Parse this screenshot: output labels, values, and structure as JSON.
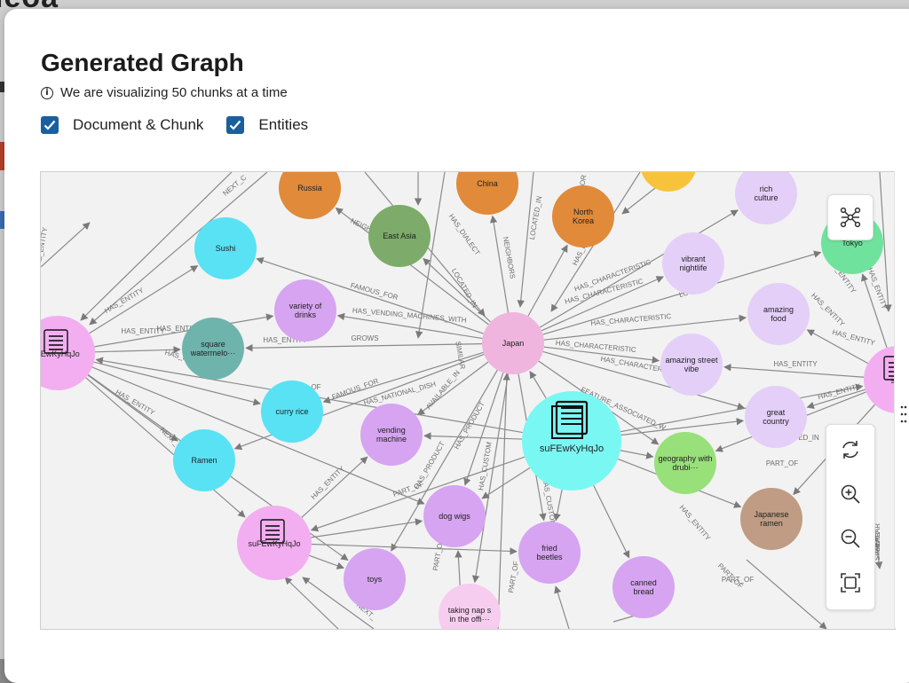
{
  "background": {
    "logo_text": "ieoa"
  },
  "modal": {
    "title": "Generated Graph",
    "info_text": "We are visualizing 50 chunks at a time",
    "checkboxes": [
      {
        "label": "Document & Chunk",
        "checked": true
      },
      {
        "label": "Entities",
        "checked": true
      }
    ]
  },
  "graph": {
    "nodes": [
      {
        "label": "Russia",
        "color": "#e08a3a"
      },
      {
        "label": "China",
        "color": "#e08a3a"
      },
      {
        "label": "North Korea",
        "color": "#e08a3a"
      },
      {
        "label": "East Asia",
        "color": "#7cab6a"
      },
      {
        "label": "Sushi",
        "color": "#58e2f4"
      },
      {
        "label": "variety of drinks",
        "color": "#d6a4f0"
      },
      {
        "label": "rich culture",
        "color": "#e4cff8"
      },
      {
        "label": "Tokyo",
        "color": "#6fe39e"
      },
      {
        "label": "vibrant nightlife",
        "color": "#e4cff8"
      },
      {
        "label": "amazing food",
        "color": "#e4cff8"
      },
      {
        "label": "FEwKyHqJo",
        "color": "#f3aef1"
      },
      {
        "label": "square watermelo···",
        "color": "#6fb3ad"
      },
      {
        "label": "Japan",
        "color": "#efb5df"
      },
      {
        "label": "amazing street vibe",
        "color": "#e4cff8"
      },
      {
        "label": "suF",
        "color": "#f3aef1"
      },
      {
        "label": "curry rice",
        "color": "#58e2f4"
      },
      {
        "label": "vending machine",
        "color": "#d6a4f0"
      },
      {
        "label": "suFEwKyHqJo",
        "color": "#79f7f3"
      },
      {
        "label": "great country",
        "color": "#e4cff8"
      },
      {
        "label": "Ramen",
        "color": "#58e2f4"
      },
      {
        "label": "geography with drubi···",
        "color": "#98e07a"
      },
      {
        "label": "Japanese ramen",
        "color": "#bf9c83"
      },
      {
        "label": "suFEwKyHqJo",
        "color": "#f3aef1"
      },
      {
        "label": "dog wigs",
        "color": "#d6a4f0"
      },
      {
        "label": "fried beetles",
        "color": "#d6a4f0"
      },
      {
        "label": "toys",
        "color": "#d6a4f0"
      },
      {
        "label": "canned bread",
        "color": "#d6a4f0"
      },
      {
        "label": "taking nap s in the offi···",
        "color": "#f7cdef"
      }
    ],
    "edge_labels": [
      "HAS_ENTITY",
      "NEXT_C",
      "HAS_ENTITY",
      "HAS_ENTITY",
      "NEIGHBORS",
      "HAS_DIALECT",
      "LOCATED_IN",
      "FAMOUS_FOR",
      "HAS_VENDING_MACHINES_WITH",
      "GROWS",
      "HAS_ENTITY",
      "HAS_ENTITY",
      "HAS_NATIONAL_DISH",
      "FAMOUS_FOR",
      "AVAILABLE_IN",
      "HAS_CHARACTERISTIC",
      "HAS_CHARACTERISTIC",
      "HAS_CHARACTERISTIC",
      "HAS_CHARACTERISTIC",
      "HAS_CHARACTER",
      "HAS_ENTITY",
      "HAS_ENTITY",
      "FEATURE_ASSOCIATED_W",
      "PART_OF",
      "HAS_PRODUCT",
      "HAS_ENTITY",
      "PART_OF",
      "HAS_CUSTOM",
      "HAS_CUSTOM",
      "HAS_ENTITY",
      "PART_OF",
      "SIMILAR",
      "HAS_ENTITY",
      "HAS_ENTITY",
      "HAS_ENTITY",
      "HAS_ENTITY",
      "NEXT_C",
      "PART_OF",
      "SIMILAR",
      "HAS_PRODUCT",
      "OF",
      "LOCATED_IN",
      "NEIGHBORS",
      "FOR",
      "HAS_LA",
      "LOCATE",
      "HAS_ENTITY",
      "HAS_ENTITY",
      "ED_IN",
      "PART_OF",
      "NEXT_",
      "PART_OF",
      "SIMILAR"
    ]
  },
  "controls": {
    "layout_icon": "graph-layout-icon",
    "refresh_icon": "refresh-icon",
    "zoom_in_icon": "zoom-in-icon",
    "zoom_out_icon": "zoom-out-icon",
    "fit_icon": "fit-to-screen-icon"
  }
}
